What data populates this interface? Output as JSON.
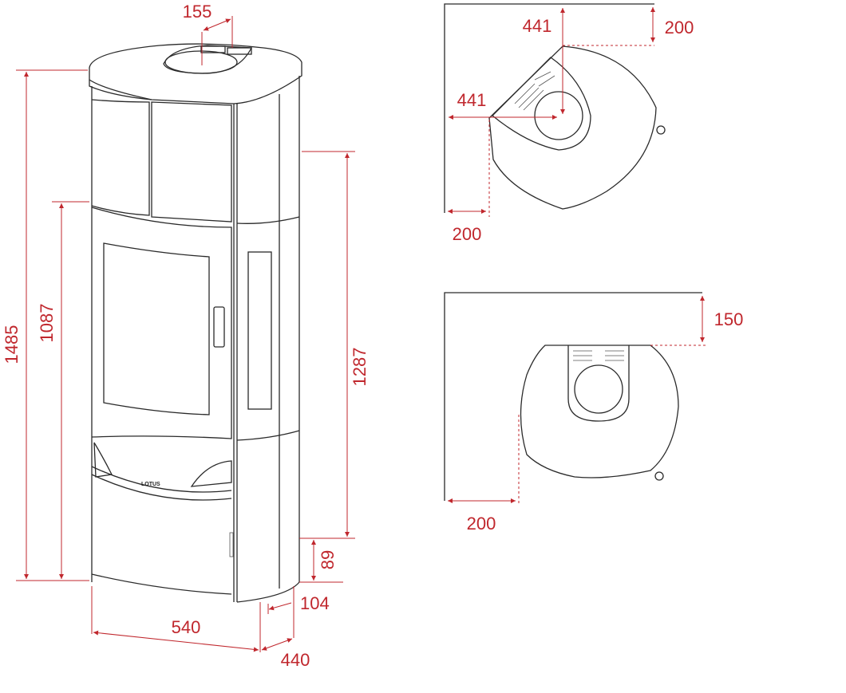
{
  "front_view": {
    "brand_logo": "LOTUS",
    "dimensions": {
      "flue_offset": "155",
      "total_height": "1485",
      "door_top_height": "1087",
      "side_panel_height": "1287",
      "bottom_height": "89",
      "depth_offset": "104",
      "width": "540",
      "depth": "440"
    }
  },
  "top_view_corner": {
    "dimensions": {
      "flue_x": "441",
      "flue_y": "441",
      "wall_clearance_top": "200",
      "wall_clearance_side": "200"
    }
  },
  "top_view_wall": {
    "dimensions": {
      "wall_clearance_back": "150",
      "wall_clearance_side": "200"
    }
  },
  "colors": {
    "dimension": "#c0272d",
    "outline": "#2a2a2a"
  }
}
